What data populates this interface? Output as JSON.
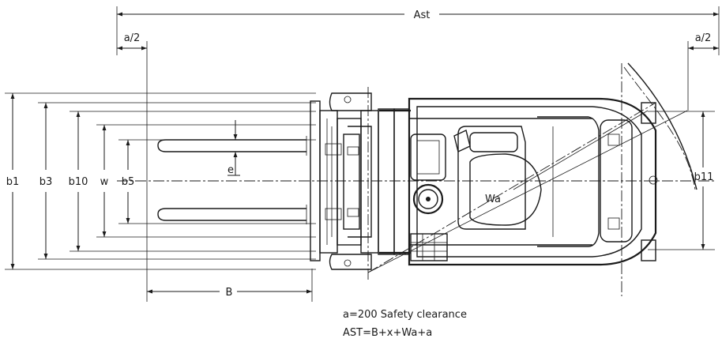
{
  "labels": {
    "ast": "Ast",
    "a_half_left": "a/2",
    "a_half_right": "a/2",
    "b1": "b1",
    "b3": "b3",
    "b10": "b10",
    "w": "w",
    "b5": "b5",
    "e": "e",
    "wa": "Wa",
    "b11": "b11",
    "B": "B"
  },
  "notes": {
    "line1": "a=200 Safety clearance",
    "line2": "AST=B+x+Wa+a"
  }
}
